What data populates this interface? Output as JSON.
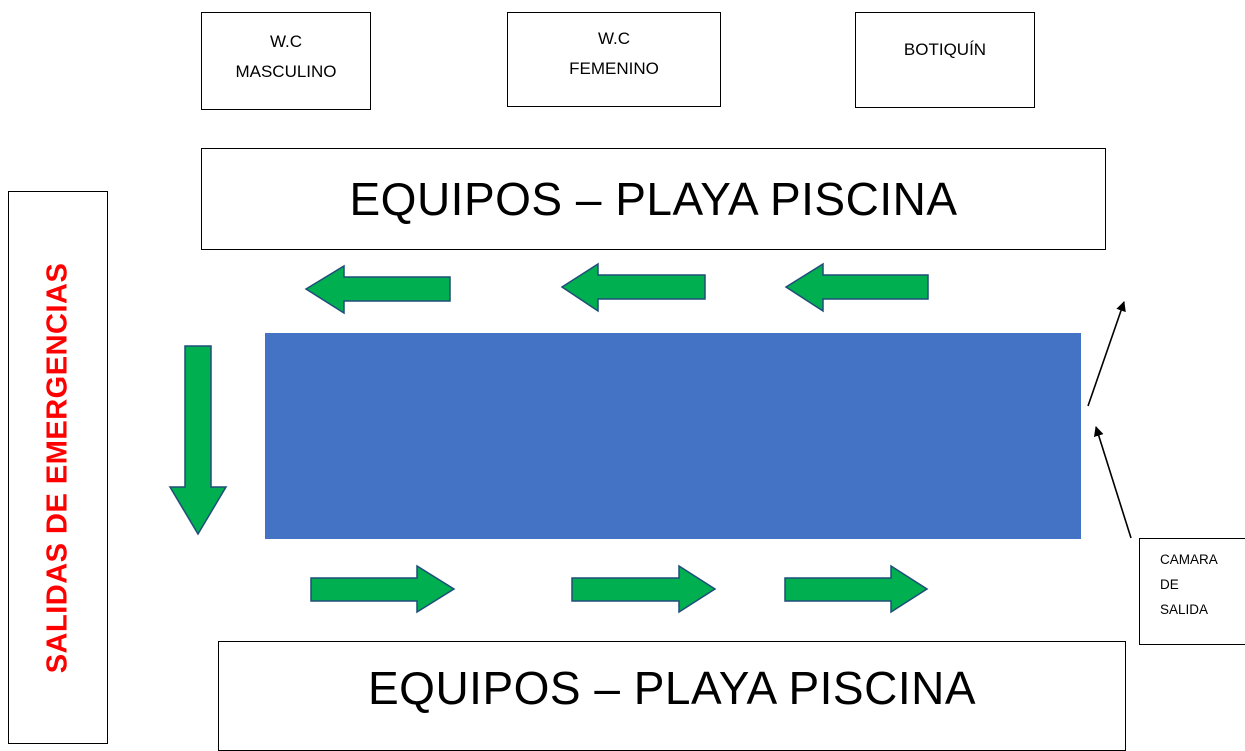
{
  "rooms": {
    "wc_masculino": [
      "W.C",
      "MASCULINO"
    ],
    "wc_femenino": [
      "W.C",
      "FEMENINO"
    ],
    "botiquin": "BOTIQUÍN"
  },
  "equipos_top": "EQUIPOS – PLAYA PISCINA",
  "equipos_bottom": "EQUIPOS – PLAYA PISCINA",
  "salidas": "SALIDAS DE EMERGENCIAS",
  "camara": [
    "CAMARA",
    "DE",
    "SALIDA"
  ],
  "colors": {
    "pool": "#4472c4",
    "flow_arrow": "#00b050",
    "emergency_text": "#ff0000"
  }
}
